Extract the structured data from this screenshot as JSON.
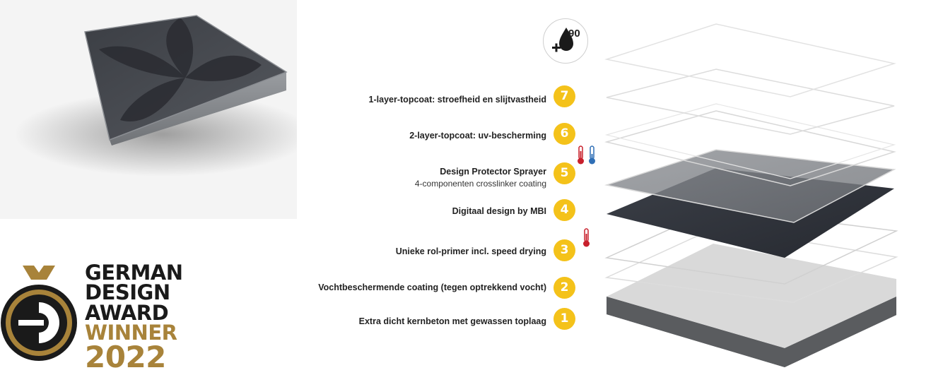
{
  "award": {
    "line1": "GERMAN",
    "line2": "DESIGN",
    "line3": "AWARD",
    "line4": "WINNER",
    "line5": "2022"
  },
  "badge": {
    "number": "90",
    "icon": "droplet-plus-icon"
  },
  "layers": [
    {
      "number": "7",
      "label": "1-layer-topcoat:  stroefheid en slijtvastheid",
      "sub": ""
    },
    {
      "number": "6",
      "label": "2-layer-topcoat: uv-bescherming",
      "sub": ""
    },
    {
      "number": "5",
      "label": "Design Protector Sprayer",
      "sub": "4-componenten crosslinker coating"
    },
    {
      "number": "4",
      "label": "Digitaal design by MBI",
      "sub": ""
    },
    {
      "number": "3",
      "label": "Unieke rol-primer incl. speed drying",
      "sub": ""
    },
    {
      "number": "2",
      "label": "Vochtbeschermende coating (tegen optrekkend vocht)",
      "sub": ""
    },
    {
      "number": "1",
      "label": "Extra dicht kernbeton met gewassen toplaag",
      "sub": ""
    }
  ],
  "colors": {
    "accent": "#f4c21a",
    "gold": "#a8833a",
    "hot": "#c8202c",
    "cold": "#2f6fb6"
  }
}
